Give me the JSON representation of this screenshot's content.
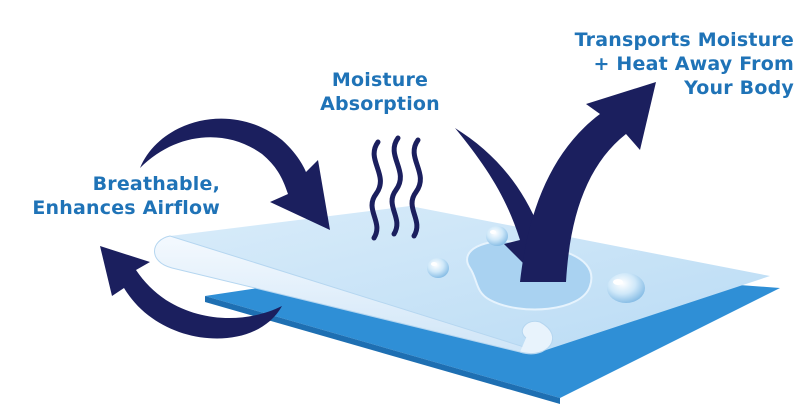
{
  "labels": {
    "airflow": {
      "line1": "Breathable,",
      "line2": "Enhances Airflow"
    },
    "absorption": {
      "line1": "Moisture",
      "line2": "Absorption"
    },
    "transport": {
      "line1": "Transports Moisture",
      "line2": "+ Heat Away From",
      "line3": "Your Body"
    }
  },
  "colors": {
    "text": "#1f73b7",
    "arrow": "#1b1f5e",
    "fabric_top": "#cfe6f8",
    "fabric_light": "#e8f3fc",
    "fabric_blue": "#2f8fd6",
    "droplet": "#bfe0f7"
  },
  "icons": [
    "curved-arrow-icon",
    "moisture-wave-icon",
    "water-droplet-icon"
  ]
}
